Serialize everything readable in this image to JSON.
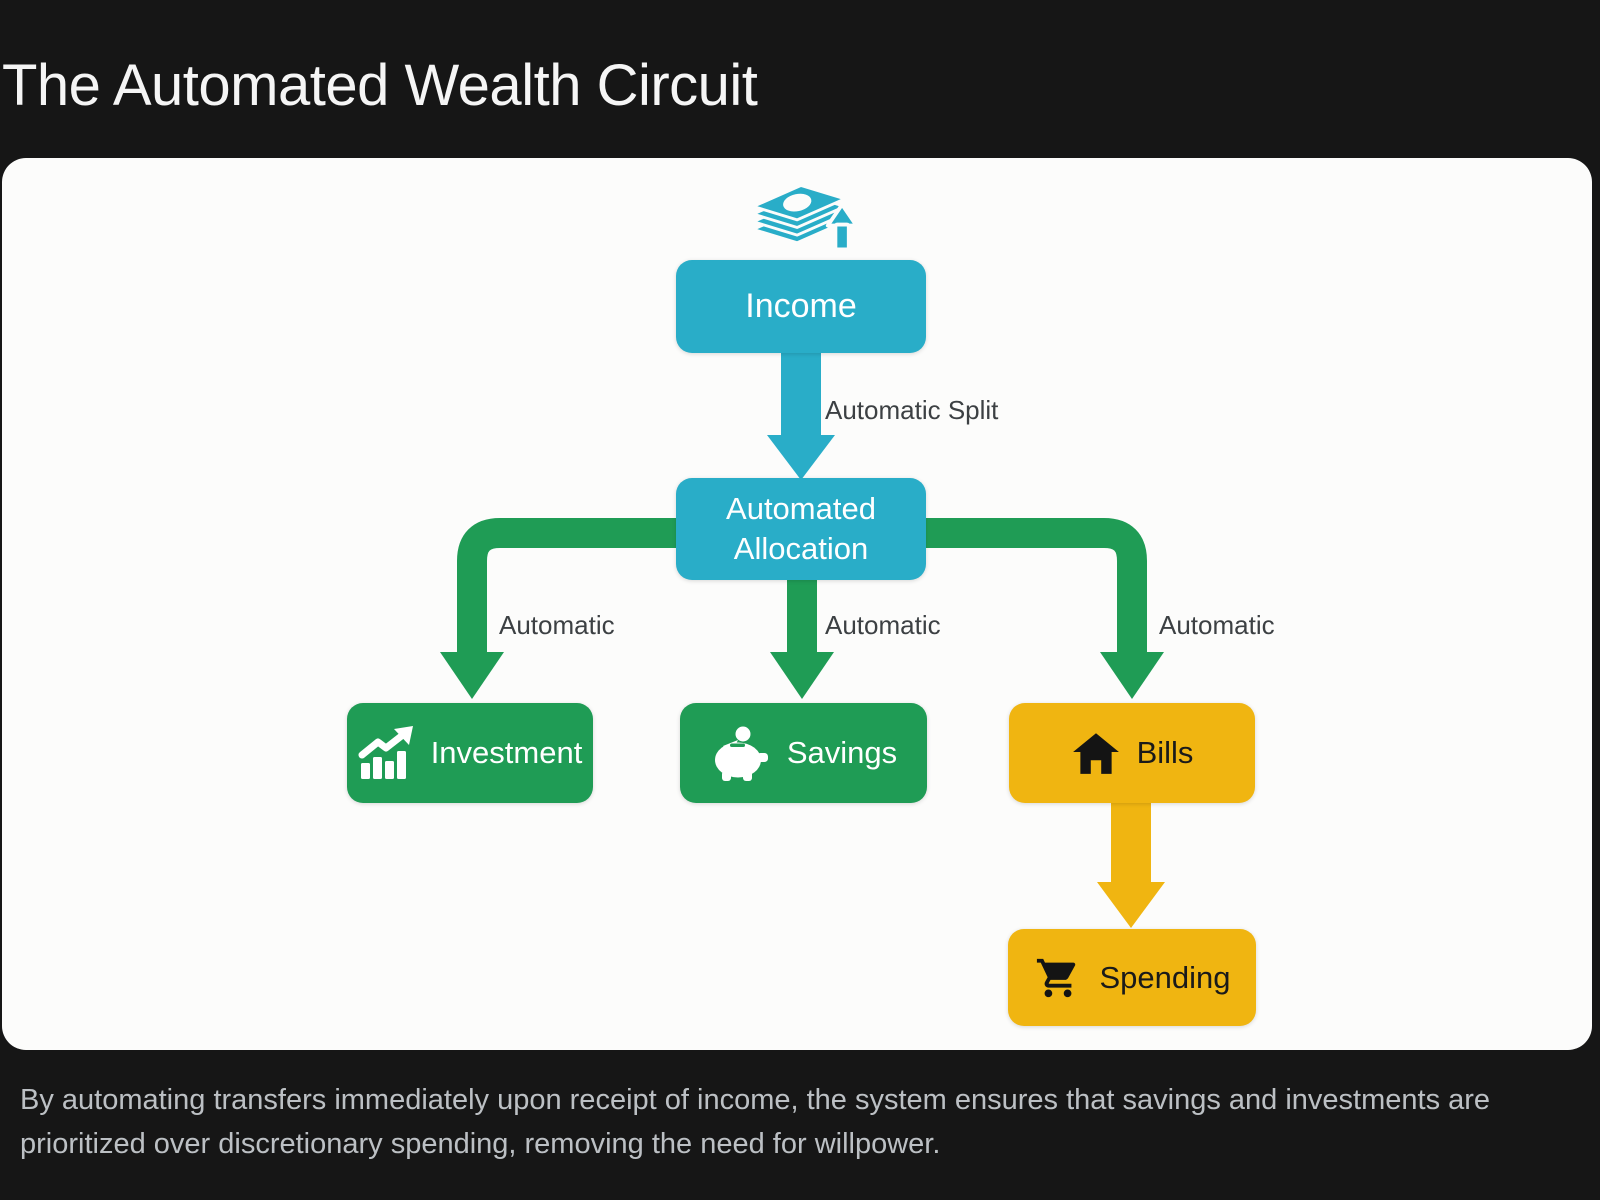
{
  "page": {
    "title": "The Automated Wealth Circuit",
    "caption": "By automating transfers immediately upon receipt of income, the system ensures that savings and investments are prioritized over discretionary spending, removing the need for willpower."
  },
  "diagram": {
    "nodes": {
      "income": {
        "label": "Income",
        "icon": "money-stack-icon",
        "color": "#29adc8"
      },
      "allocation": {
        "label_line1": "Automated",
        "label_line2": "Allocation",
        "color": "#29adc8"
      },
      "investment": {
        "label": "Investment",
        "icon": "trending-up-chart-icon",
        "color": "#1f9c55"
      },
      "savings": {
        "label": "Savings",
        "icon": "piggy-bank-icon",
        "color": "#1f9c55"
      },
      "bills": {
        "label": "Bills",
        "icon": "house-icon",
        "color": "#f0b511"
      },
      "spending": {
        "label": "Spending",
        "icon": "shopping-cart-icon",
        "color": "#f0b511"
      }
    },
    "edge_labels": {
      "split": "Automatic Split",
      "investment": "Automatic",
      "savings": "Automatic",
      "bills": "Automatic"
    },
    "colors": {
      "teal_arrow": "#29adc8",
      "green_arrow": "#1f9c55",
      "yellow_arrow": "#f0b511",
      "panel_background": "#fcfcfb",
      "page_background": "#161616",
      "edge_label_text": "#3c4043",
      "caption_text": "#bcc0c4"
    }
  }
}
